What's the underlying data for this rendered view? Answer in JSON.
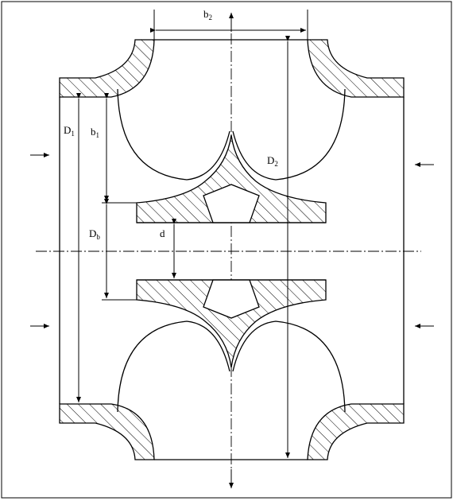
{
  "labels": {
    "b2": {
      "main": "b",
      "sub": "2"
    },
    "b1": {
      "main": "b",
      "sub": "1"
    },
    "D1": {
      "main": "D",
      "sub": "1"
    },
    "D2": {
      "main": "D",
      "sub": "2"
    },
    "Db": {
      "main": "D",
      "sub": "b"
    },
    "d": {
      "main": "d",
      "sub": ""
    }
  },
  "colors": {
    "line": "#000000",
    "background": "#ffffff"
  }
}
